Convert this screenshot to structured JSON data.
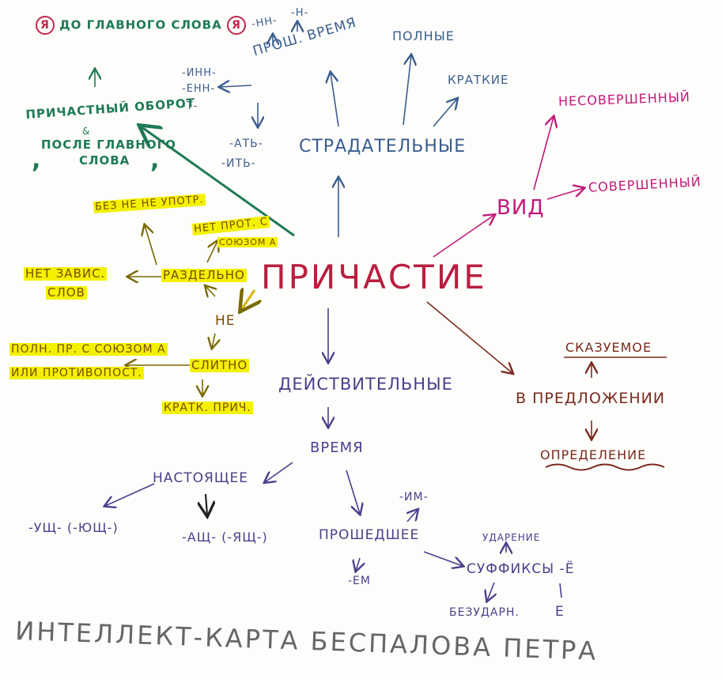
{
  "colors": {
    "green": "#1f7a56",
    "blue": "#3b5d8f",
    "purple": "#4b3f8c",
    "brown": "#7a2a1e",
    "crimson": "#b81f3f",
    "magenta": "#c2187a",
    "highlight": "#f4f100"
  },
  "center": "ПРИЧАСТИЕ",
  "passive": {
    "title": "СТРАДАТЕЛЬНЫЕ",
    "full": "ПОЛНЫЕ",
    "short": "КРАТКИЕ",
    "past": "ПРОШ. ВРЕМЯ",
    "suffix_nn": "-НН-",
    "suffix_n": "-Н-",
    "suffix_inn": "-ИНН-",
    "suffix_enn": "-ЕНН-",
    "suffix_t": "-Т-",
    "suffix_at": "-АТЬ-",
    "suffix_it": "-ИТЬ-"
  },
  "participle_phrase": {
    "before": "ДО ГЛАВНОГО СЛОВА",
    "before_mark": "Я",
    "title": "ПРИЧАСТНЫЙ ОБОРОТ",
    "connector": "&",
    "after_line1": "ПОСЛЕ ГЛАВНОГО",
    "after_line2": "СЛОВА",
    "comma": ","
  },
  "ne": {
    "title": "НЕ",
    "separate": "РАЗДЕЛЬНО",
    "no_dep": [
      "НЕТ ЗАВИС.",
      "СЛОВ"
    ],
    "without": "БЕЗ НЕ НЕ УПОТР.",
    "no_contrast": [
      "НЕТ ПРОТ. С",
      "СОЮЗОМ А"
    ],
    "together": "СЛИТНО",
    "contrast": [
      "ПОЛН. ПР. С СОЮЗОМ А",
      "ИЛИ ПРОТИВОПОСТ."
    ],
    "short": "КРАТК. ПРИЧ."
  },
  "aspect": {
    "title": "ВИД",
    "imperfective": "НЕСОВЕРШЕННЫЙ",
    "perfective": "СОВЕРШЕННЫЙ"
  },
  "sentence": {
    "title": "В ПРЕДЛОЖЕНИИ",
    "predicate": "СКАЗУЕМОЕ",
    "attribute": "ОПРЕДЕЛЕНИЕ"
  },
  "active": {
    "title": "ДЕЙСТВИТЕЛЬНЫЕ",
    "tense": "ВРЕМЯ",
    "present": "НАСТОЯЩЕЕ",
    "present_s1": "-УЩ- (-ЮЩ-)",
    "present_s2": "-АЩ- (-ЯЩ-)",
    "past": "ПРОШЕДШЕЕ",
    "past_im": "-ИМ-",
    "past_em": "-ЕМ",
    "suffixes": "СУФФИКСЫ -Ё",
    "stress": "УДАРЕНИЕ",
    "unstressed": "БЕЗУДАРН.",
    "e": "Е"
  },
  "footer": "ИНТЕЛЛЕКТ-КАРТА БЕСПАЛОВА ПЕТРА"
}
